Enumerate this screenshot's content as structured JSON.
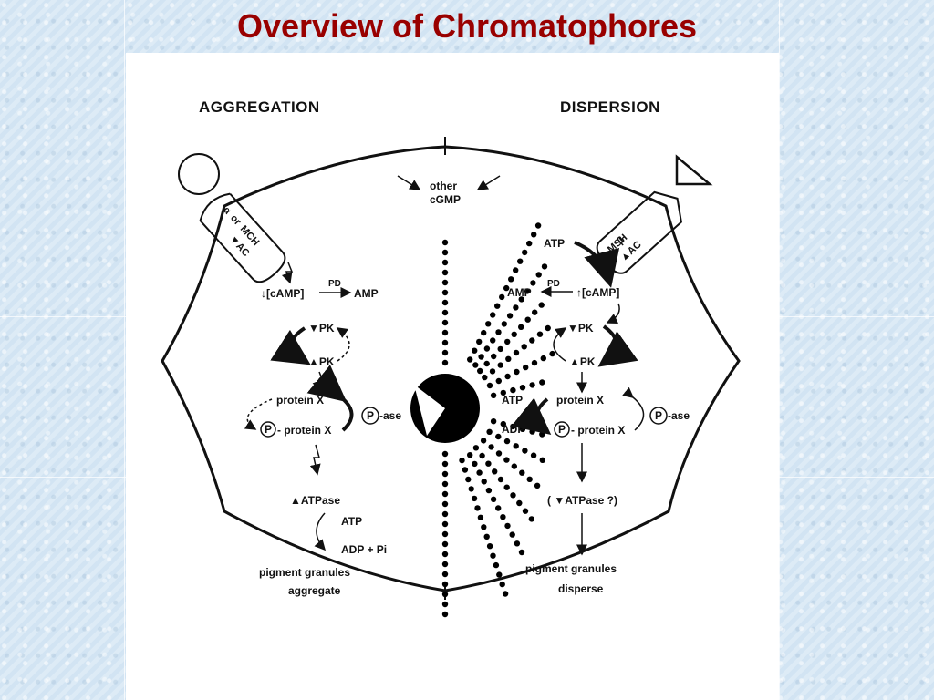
{
  "slide": {
    "title": "Overview of Chromatophores"
  },
  "figure": {
    "headers": {
      "left": "AGGREGATION",
      "right": "DISPERSION"
    },
    "center": {
      "top_label_line1": "other",
      "top_label_line2": "cGMP"
    },
    "left_pathway": {
      "receptor_line1": "α",
      "receptor_line2": "or",
      "receptor_line3": "MCH",
      "receptor_line4": "▼AC",
      "camp": "↓[cAMP]",
      "pd": "PD",
      "amp": "AMP",
      "pk_down": "▼PK",
      "pk_up": "▲PK",
      "protein_x": "protein X",
      "p_protein_x": "- protein X",
      "p_symbol": "P",
      "p_ase": "-ase",
      "atpase": "▲ATPase",
      "atp": "ATP",
      "adp_pi": "ADP + Pi",
      "result_line1": "pigment granules",
      "result_line2": "aggregate"
    },
    "right_pathway": {
      "receptor_line1": "MSH",
      "receptor_line2": "β",
      "receptor_line3": "▲AC",
      "atp_top": "ATP",
      "camp": "↑[cAMP]",
      "pd": "PD",
      "amp": "AMP",
      "pk_down": "▼PK",
      "pk_up": "▲PK",
      "atp": "ATP",
      "adp": "ADP",
      "protein_x": "protein X",
      "p_protein_x": "- protein X",
      "p_symbol": "P",
      "p_ase": "-ase",
      "atpase_q": "( ▼ATPase ?)",
      "result_line1": "pigment granules",
      "result_line2": "disperse"
    }
  }
}
